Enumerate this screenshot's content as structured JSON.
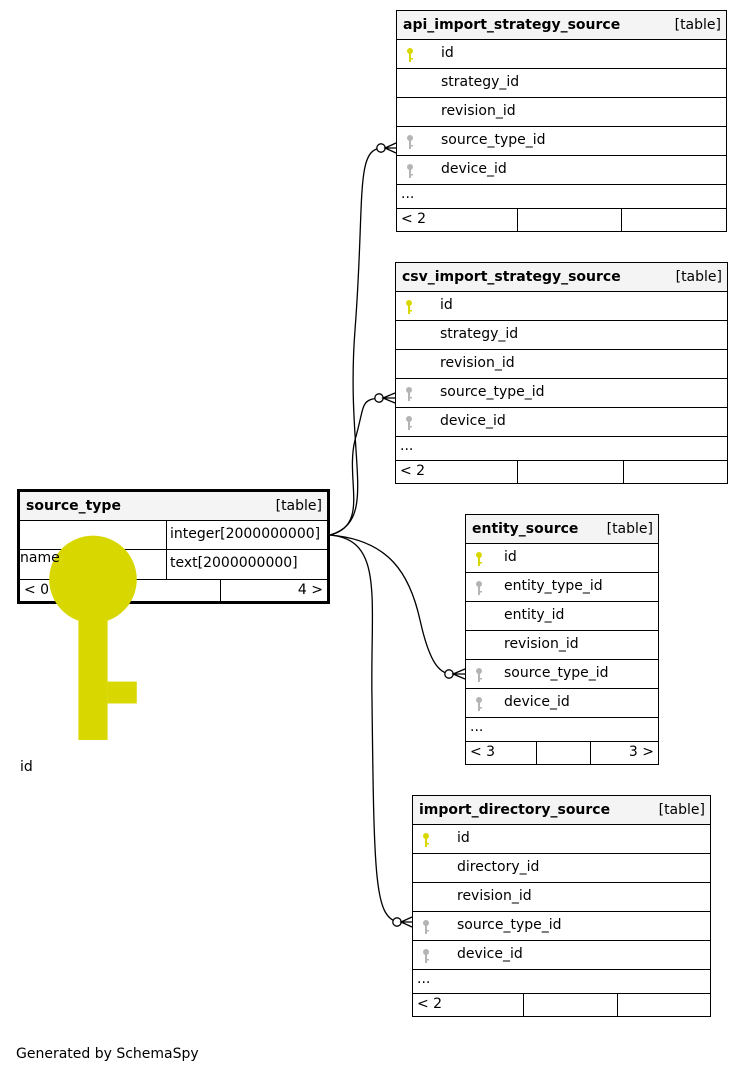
{
  "colors": {
    "primary_key": "#d8d800",
    "foreign_key": "#b4b4b4",
    "header_bg": "#f4f4f4"
  },
  "footer": {
    "generated": "Generated by SchemaSpy"
  },
  "focus_table": {
    "name": "source_type",
    "tag": "[table]",
    "columns": [
      {
        "name": "id",
        "type": "integer[2000000000]",
        "key": "primary"
      },
      {
        "name": "name",
        "type": "text[2000000000]",
        "key": ""
      }
    ],
    "foot": [
      "< 0",
      "",
      "4 >"
    ]
  },
  "tables": [
    {
      "name": "api_import_strategy_source",
      "tag": "[table]",
      "columns": [
        {
          "name": "id",
          "key": "primary"
        },
        {
          "name": "strategy_id",
          "key": ""
        },
        {
          "name": "revision_id",
          "key": ""
        },
        {
          "name": "source_type_id",
          "key": "foreign"
        },
        {
          "name": "device_id",
          "key": "foreign"
        }
      ],
      "more": "...",
      "foot": [
        "< 2",
        "",
        ""
      ]
    },
    {
      "name": "csv_import_strategy_source",
      "tag": "[table]",
      "columns": [
        {
          "name": "id",
          "key": "primary"
        },
        {
          "name": "strategy_id",
          "key": ""
        },
        {
          "name": "revision_id",
          "key": ""
        },
        {
          "name": "source_type_id",
          "key": "foreign"
        },
        {
          "name": "device_id",
          "key": "foreign"
        }
      ],
      "more": "...",
      "foot": [
        "< 2",
        "",
        ""
      ]
    },
    {
      "name": "entity_source",
      "tag": "[table]",
      "columns": [
        {
          "name": "id",
          "key": "primary"
        },
        {
          "name": "entity_type_id",
          "key": "foreign"
        },
        {
          "name": "entity_id",
          "key": ""
        },
        {
          "name": "revision_id",
          "key": ""
        },
        {
          "name": "source_type_id",
          "key": "foreign"
        },
        {
          "name": "device_id",
          "key": "foreign"
        }
      ],
      "more": "...",
      "foot": [
        "< 3",
        "",
        "3 >"
      ]
    },
    {
      "name": "import_directory_source",
      "tag": "[table]",
      "columns": [
        {
          "name": "id",
          "key": "primary"
        },
        {
          "name": "directory_id",
          "key": ""
        },
        {
          "name": "revision_id",
          "key": ""
        },
        {
          "name": "source_type_id",
          "key": "foreign"
        },
        {
          "name": "device_id",
          "key": "foreign"
        }
      ],
      "more": "...",
      "foot": [
        "< 2",
        "",
        ""
      ]
    }
  ]
}
